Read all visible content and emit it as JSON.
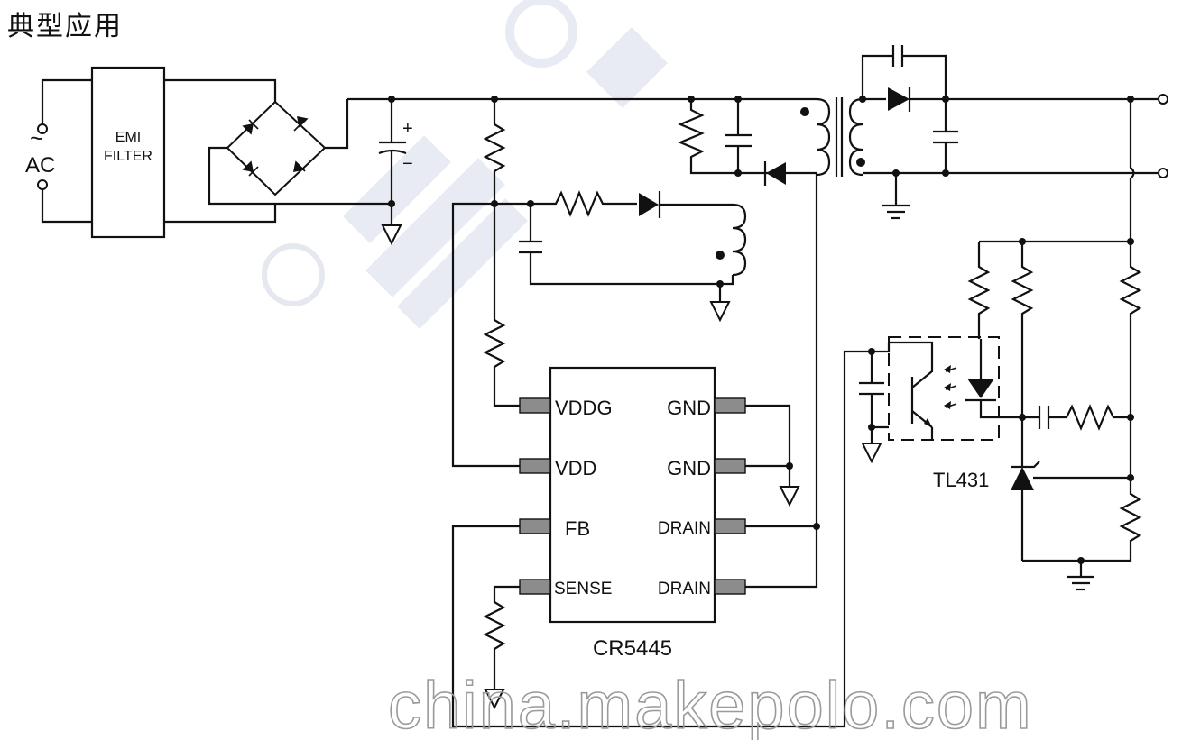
{
  "page_title": "典型应用",
  "labels": {
    "ac": "AC",
    "ac_symbol": "~",
    "emi_line1": "EMI",
    "emi_line2": "FILTER",
    "cap_plus": "+",
    "cap_minus": "−",
    "tl431": "TL431",
    "chip_name": "CR5445"
  },
  "chip_pins": {
    "left": [
      "VDDG",
      "VDD",
      "FB",
      "SENSE"
    ],
    "right": [
      "GND",
      "GND",
      "DRAIN",
      "DRAIN"
    ]
  },
  "watermark": "china.makepolo.com"
}
